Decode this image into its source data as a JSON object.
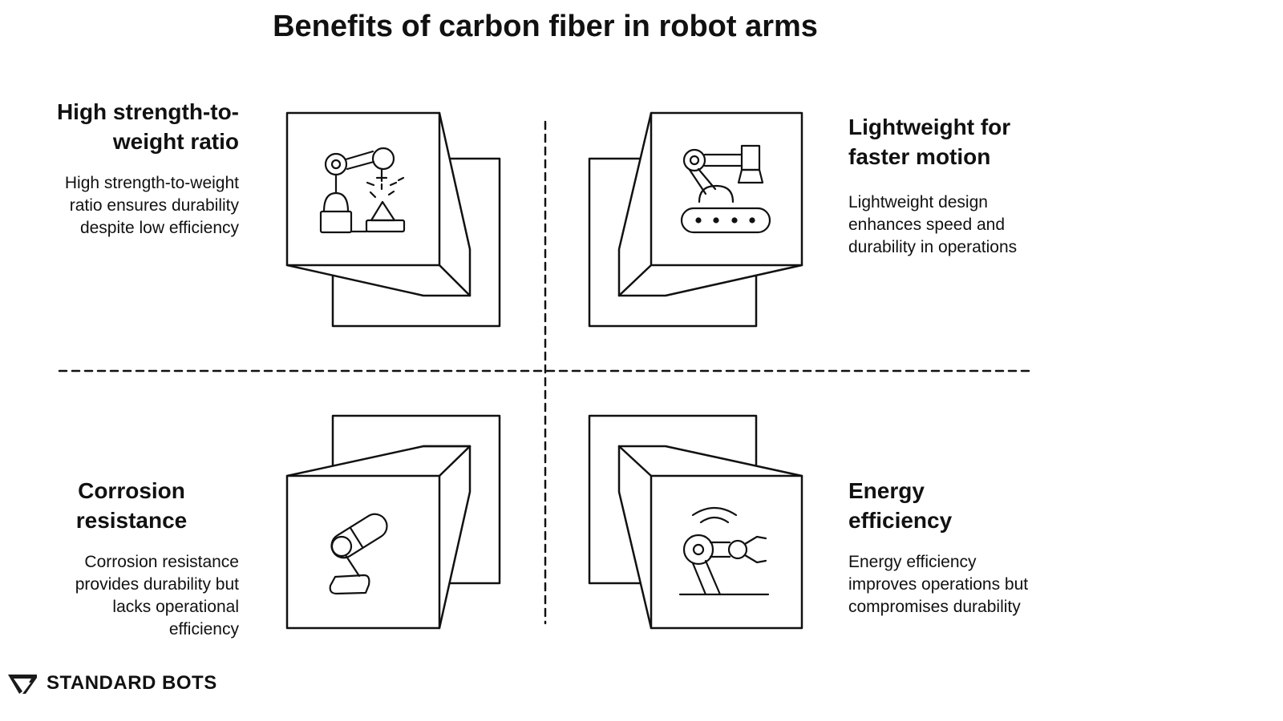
{
  "title": "Benefits of carbon fiber in robot arms",
  "quadrants": [
    {
      "position": "top-left",
      "heading": "High strength-to-weight ratio",
      "description": "High strength-to-weight ratio ensures durability despite low efficiency",
      "icon": "robot-arm-welding-icon"
    },
    {
      "position": "top-right",
      "heading": "Lightweight for faster motion",
      "description": "Lightweight design enhances speed and durability in operations",
      "icon": "robot-arm-conveyor-icon"
    },
    {
      "position": "bottom-left",
      "heading": "Corrosion resistance",
      "description": "Corrosion resistance provides durability but lacks operational efficiency",
      "icon": "robot-arm-simple-icon"
    },
    {
      "position": "bottom-right",
      "heading": "Energy efficiency",
      "description": "Energy efficiency improves operations but compromises durability",
      "icon": "robot-gripper-signal-icon"
    }
  ],
  "brand": {
    "name": "STANDARD BOTS",
    "icon": "standard-bots-logo-icon"
  },
  "colors": {
    "stroke": "#111111",
    "background": "#ffffff"
  }
}
